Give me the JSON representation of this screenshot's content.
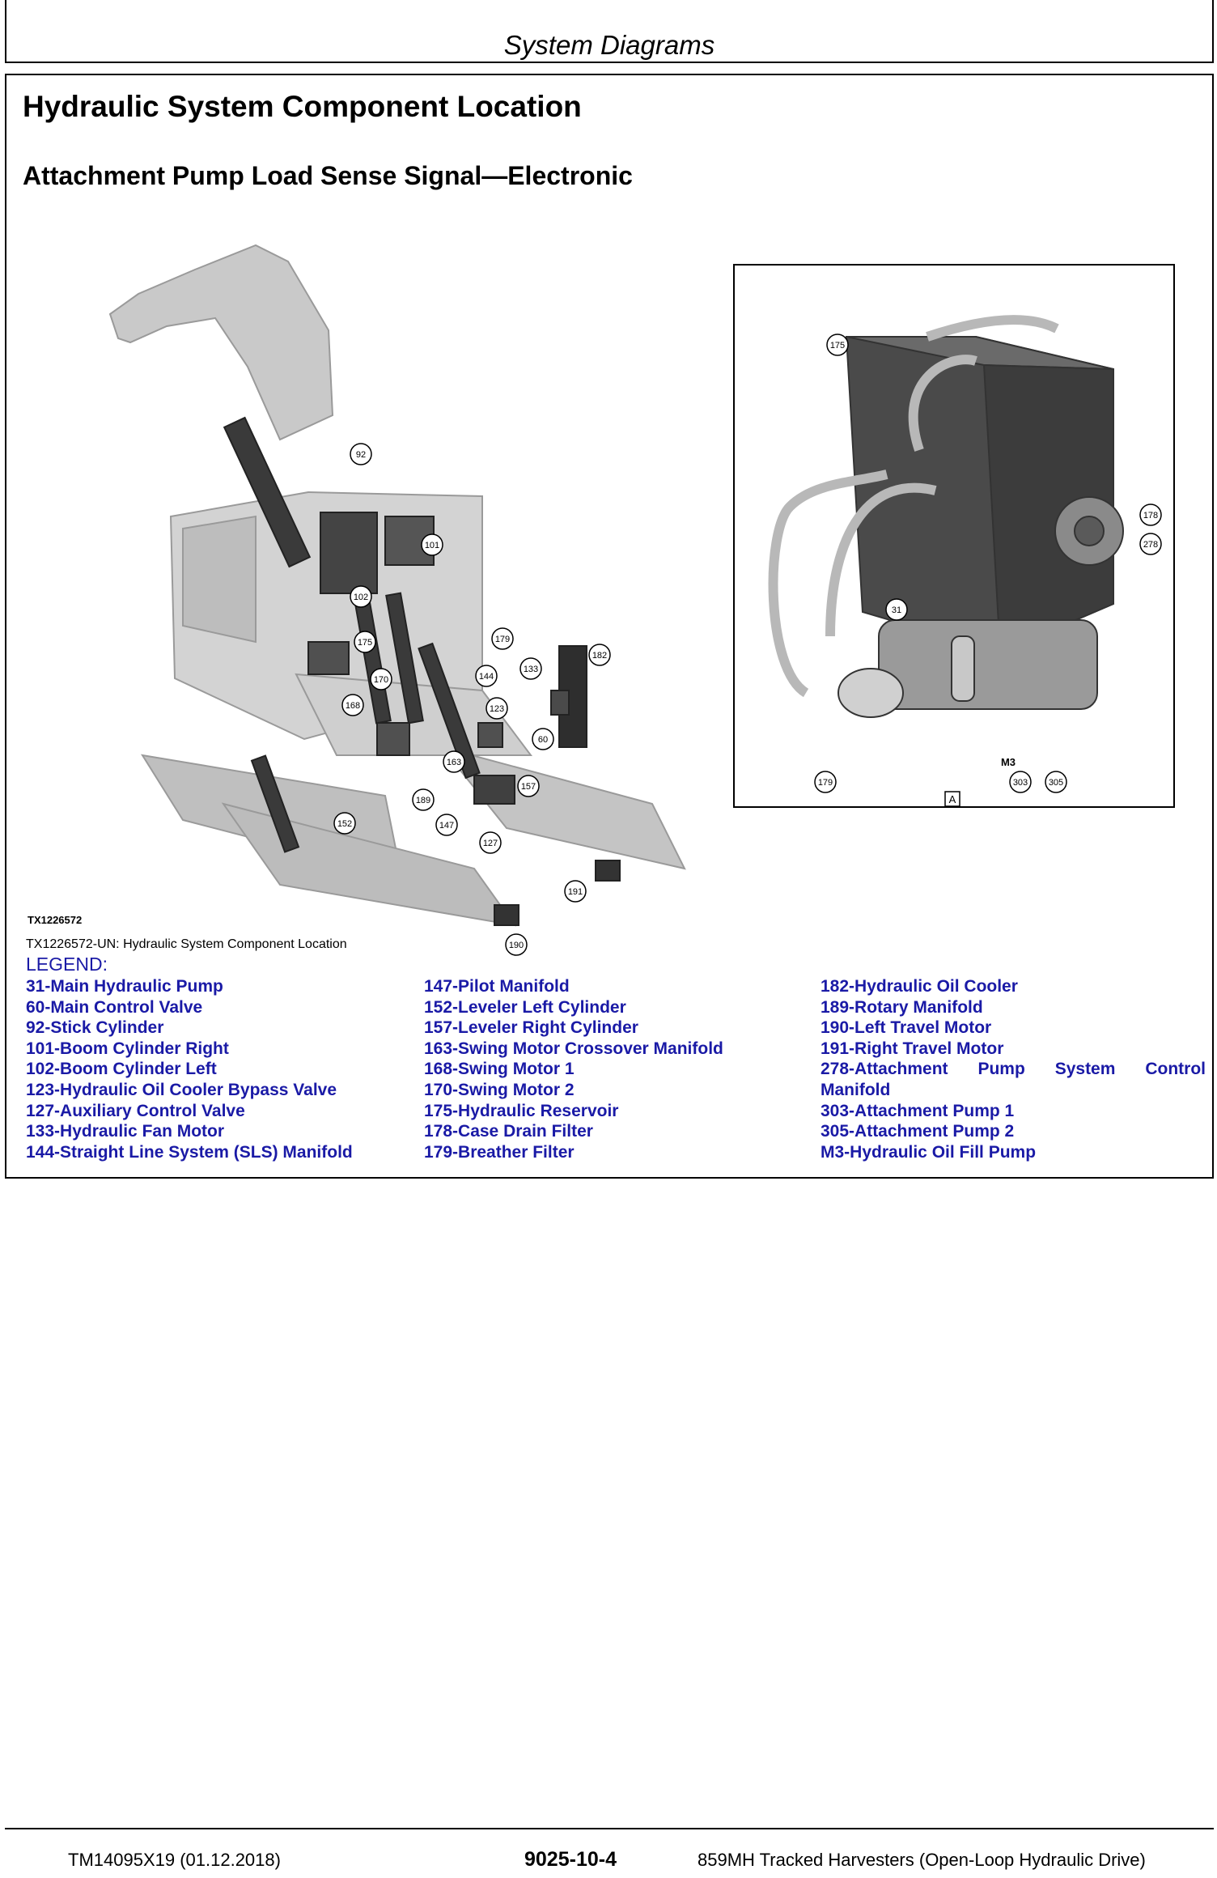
{
  "header": {
    "section": "System Diagrams"
  },
  "main": {
    "title": "Hydraulic System Component Location",
    "subtitle": "Attachment Pump Load Sense Signal—Electronic",
    "figure_id": "TX1226572",
    "caption": "TX1226572-UN: Hydraulic System Component Location",
    "detail_marker": "A",
    "callouts_left": [
      "92",
      "101",
      "102",
      "175",
      "179",
      "170",
      "168",
      "144",
      "133",
      "182",
      "123",
      "60",
      "163",
      "189",
      "157",
      "152",
      "147",
      "127",
      "191",
      "190"
    ],
    "callouts_right": [
      "175",
      "178",
      "278",
      "31",
      "179",
      "303",
      "305"
    ],
    "right_label": "M3"
  },
  "legend": {
    "heading": "LEGEND:",
    "col1": [
      "31-Main Hydraulic Pump",
      "60-Main Control Valve",
      "92-Stick Cylinder",
      "101-Boom Cylinder Right",
      "102-Boom Cylinder Left",
      "123-Hydraulic Oil Cooler Bypass Valve",
      "127-Auxiliary Control Valve",
      "133-Hydraulic Fan Motor",
      "144-Straight Line System (SLS) Manifold"
    ],
    "col2": [
      "147-Pilot Manifold",
      "152-Leveler Left Cylinder",
      "157-Leveler Right Cylinder",
      "163-Swing Motor Crossover Manifold",
      "168-Swing Motor 1",
      "170-Swing Motor 2",
      "175-Hydraulic Reservoir",
      "178-Case Drain Filter",
      "179-Breather Filter"
    ],
    "col3": [
      "182-Hydraulic Oil Cooler",
      "189-Rotary Manifold",
      "190-Left Travel Motor",
      "191-Right Travel Motor",
      [
        "278-Attachment",
        "Pump",
        "System",
        "Control"
      ],
      "Manifold",
      "303-Attachment Pump 1",
      "305-Attachment Pump 2",
      "M3-Hydraulic Oil Fill Pump"
    ]
  },
  "footer": {
    "doc": "TM14095X19 (01.12.2018)",
    "page": "9025-10-4",
    "model": "859MH Tracked Harvesters (Open-Loop Hydraulic Drive)"
  }
}
